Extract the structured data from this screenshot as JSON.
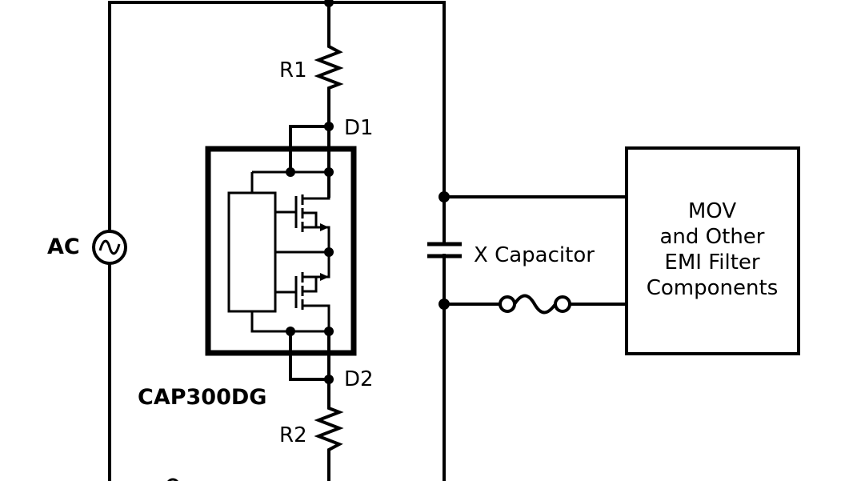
{
  "labels": {
    "r1": "R1",
    "r2": "R2",
    "d1": "D1",
    "d2": "D2",
    "ac": "AC",
    "ic": "CAP300DG",
    "xcap": "X Capacitor"
  },
  "emi_box": {
    "lines": [
      "MOV",
      "and Other",
      "EMI Filter",
      "Components"
    ]
  },
  "colors": {
    "ink": "#000000",
    "background": "#ffffff"
  }
}
